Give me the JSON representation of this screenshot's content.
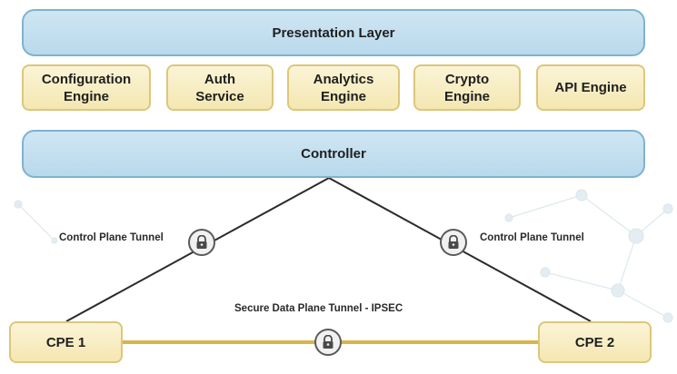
{
  "top": {
    "presentation_layer": "Presentation Layer",
    "engines": [
      {
        "name": "Configuration\nEngine"
      },
      {
        "name": "Auth\nService"
      },
      {
        "name": "Analytics\nEngine"
      },
      {
        "name": "Crypto\nEngine"
      },
      {
        "name": "API Engine"
      }
    ],
    "controller": "Controller"
  },
  "tunnels": {
    "left_control": "Control Plane Tunnel",
    "right_control": "Control Plane Tunnel",
    "data_plane": "Secure Data Plane Tunnel - IPSEC"
  },
  "cpe": {
    "left": "CPE 1",
    "right": "CPE 2"
  },
  "colors": {
    "blue_fill": "#cfe6f3",
    "blue_border": "#7fb2cf",
    "yellow_fill": "#fbf4d6",
    "yellow_border": "#dcc77a",
    "data_tunnel": "#d8b548",
    "control_tunnel": "#2b2b2b"
  },
  "icons": {
    "lock": "padlock-icon"
  }
}
